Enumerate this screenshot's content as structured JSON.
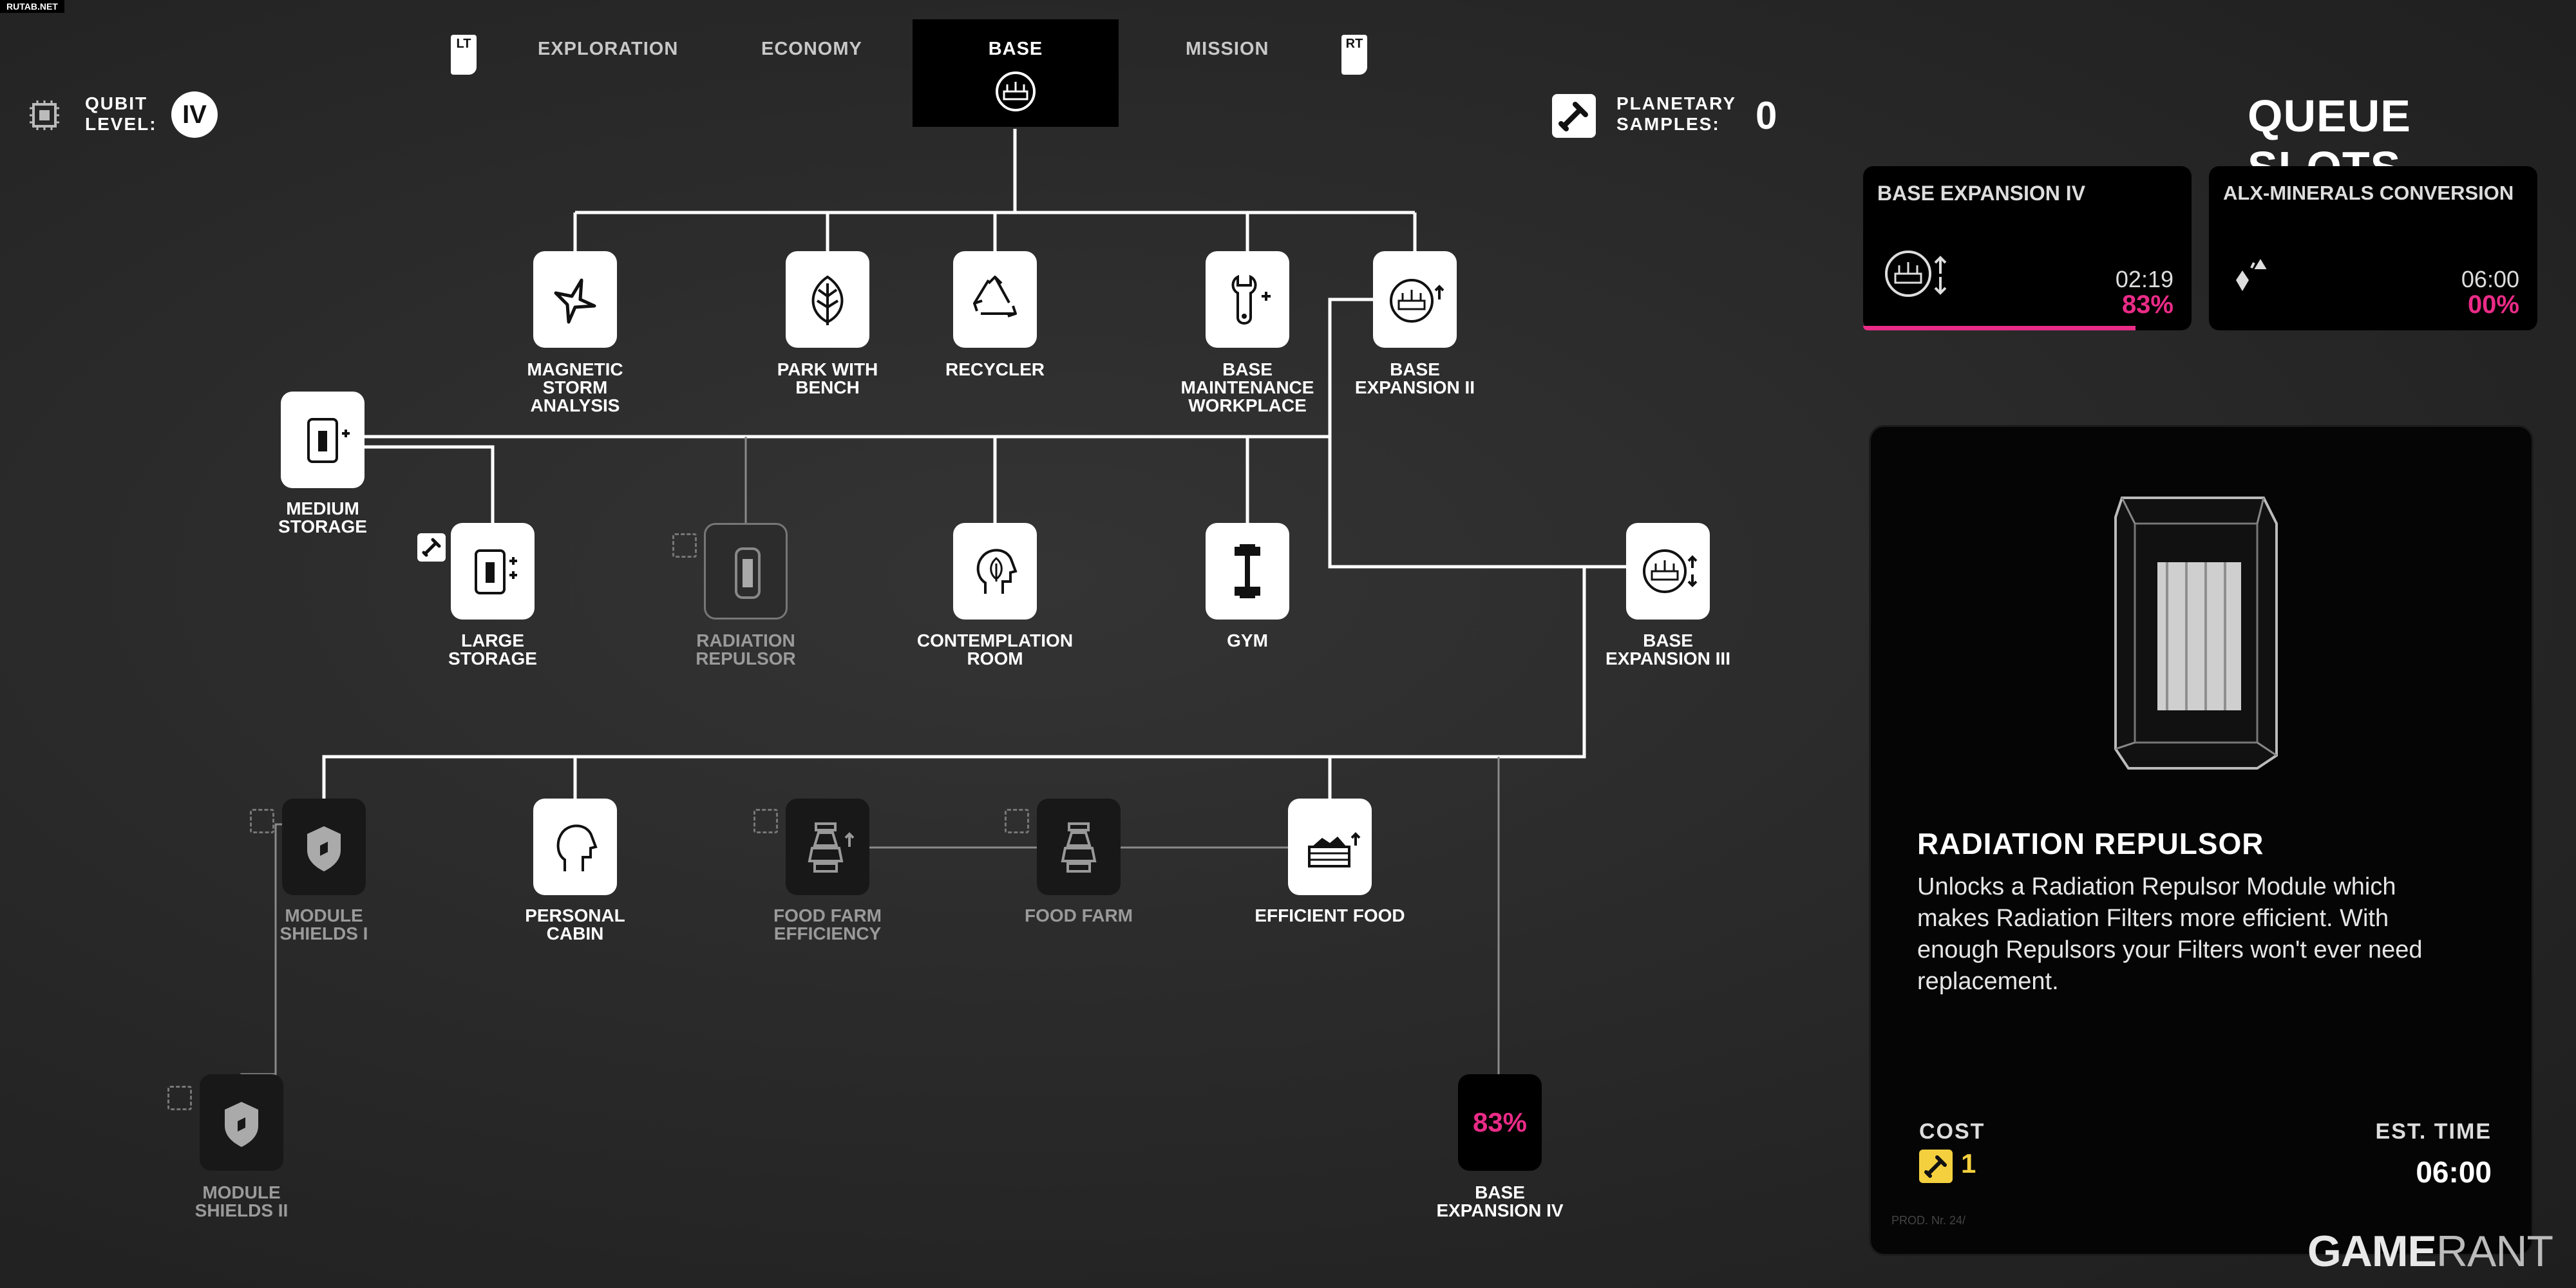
{
  "watermark": "RUTAB.NET",
  "tabs": {
    "left_bumper": "LT",
    "right_bumper": "RT",
    "items": [
      "EXPLORATION",
      "ECONOMY",
      "BASE",
      "MISSION"
    ],
    "active": "BASE"
  },
  "qubit": {
    "label_line1": "QUBIT",
    "label_line2": "LEVEL:",
    "level": "IV"
  },
  "planetary": {
    "label_line1": "PLANETARY",
    "label_line2": "SAMPLES:",
    "count": "0"
  },
  "queue": {
    "title": "QUEUE SLOTS",
    "slots": [
      {
        "title": "BASE EXPANSION IV",
        "time": "02:19",
        "percent": "83%",
        "progress": 0.83,
        "icon": "base-expansion-icon"
      },
      {
        "title": "ALX-MINERALS CONVERSION",
        "time": "06:00",
        "percent": "00%",
        "progress": 0.0,
        "icon": "minerals-icon"
      }
    ]
  },
  "detail": {
    "name": "RADIATION REPULSOR",
    "description": "Unlocks a Radiation Repulsor Module which makes Radiation Filters more efficient. With enough Repulsors your Filters won't ever need replacement.",
    "cost_label": "COST",
    "cost_value": "1",
    "time_label": "EST. TIME",
    "time_value": "06:00",
    "prod_text": "PROD. Nr. 24/"
  },
  "nodes": {
    "magnetic_storm": {
      "line1": "MAGNETIC",
      "line2": "STORM",
      "line3": "ANALYSIS",
      "icon": "storm-icon",
      "unlocked": true
    },
    "park": {
      "line1": "PARK WITH",
      "line2": "BENCH",
      "icon": "leaf-icon",
      "unlocked": true
    },
    "recycler": {
      "line1": "RECYCLER",
      "icon": "recycle-icon",
      "unlocked": true
    },
    "maintenance": {
      "line1": "BASE",
      "line2": "MAINTENANCE",
      "line3": "WORKPLACE",
      "icon": "wrench-icon",
      "unlocked": true
    },
    "base_exp_2": {
      "line1": "BASE",
      "line2": "EXPANSION II",
      "icon": "base-expansion-icon",
      "unlocked": true
    },
    "medium_storage": {
      "line1": "MEDIUM",
      "line2": "STORAGE",
      "icon": "storage-icon",
      "unlocked": true
    },
    "large_storage": {
      "line1": "LARGE",
      "line2": "STORAGE",
      "icon": "storage-icon",
      "unlocked": true
    },
    "radiation_repulsor": {
      "line1": "RADIATION",
      "line2": "REPULSOR",
      "icon": "repulsor-icon",
      "unlocked": false
    },
    "contemplation": {
      "line1": "CONTEMPLATION",
      "line2": "ROOM",
      "icon": "head-leaf-icon",
      "unlocked": true
    },
    "gym": {
      "line1": "GYM",
      "icon": "dumbbell-icon",
      "unlocked": true
    },
    "base_exp_3": {
      "line1": "BASE",
      "line2": "EXPANSION III",
      "icon": "base-expansion-icon",
      "unlocked": true
    },
    "module_shields_1": {
      "line1": "MODULE",
      "line2": "SHIELDS I",
      "icon": "shield-icon",
      "unlocked": false
    },
    "personal_cabin": {
      "line1": "PERSONAL",
      "line2": "CABIN",
      "icon": "person-head-icon",
      "unlocked": true
    },
    "food_farm_eff": {
      "line1": "FOOD FARM",
      "line2": "EFFICIENCY",
      "icon": "farm-icon",
      "unlocked": false
    },
    "food_farm": {
      "line1": "FOOD FARM",
      "icon": "farm-icon",
      "unlocked": false
    },
    "efficient_food": {
      "line1": "EFFICIENT FOOD",
      "icon": "crate-icon",
      "unlocked": true
    },
    "module_shields_2": {
      "line1": "MODULE",
      "line2": "SHIELDS II",
      "icon": "shield-icon",
      "unlocked": false
    },
    "base_exp_4": {
      "line1": "BASE",
      "line2": "EXPANSION IV",
      "percent": "83%",
      "progress": 0.83,
      "unlocked": false
    }
  },
  "brand": {
    "part1": "GAME",
    "part2": "RANT"
  }
}
